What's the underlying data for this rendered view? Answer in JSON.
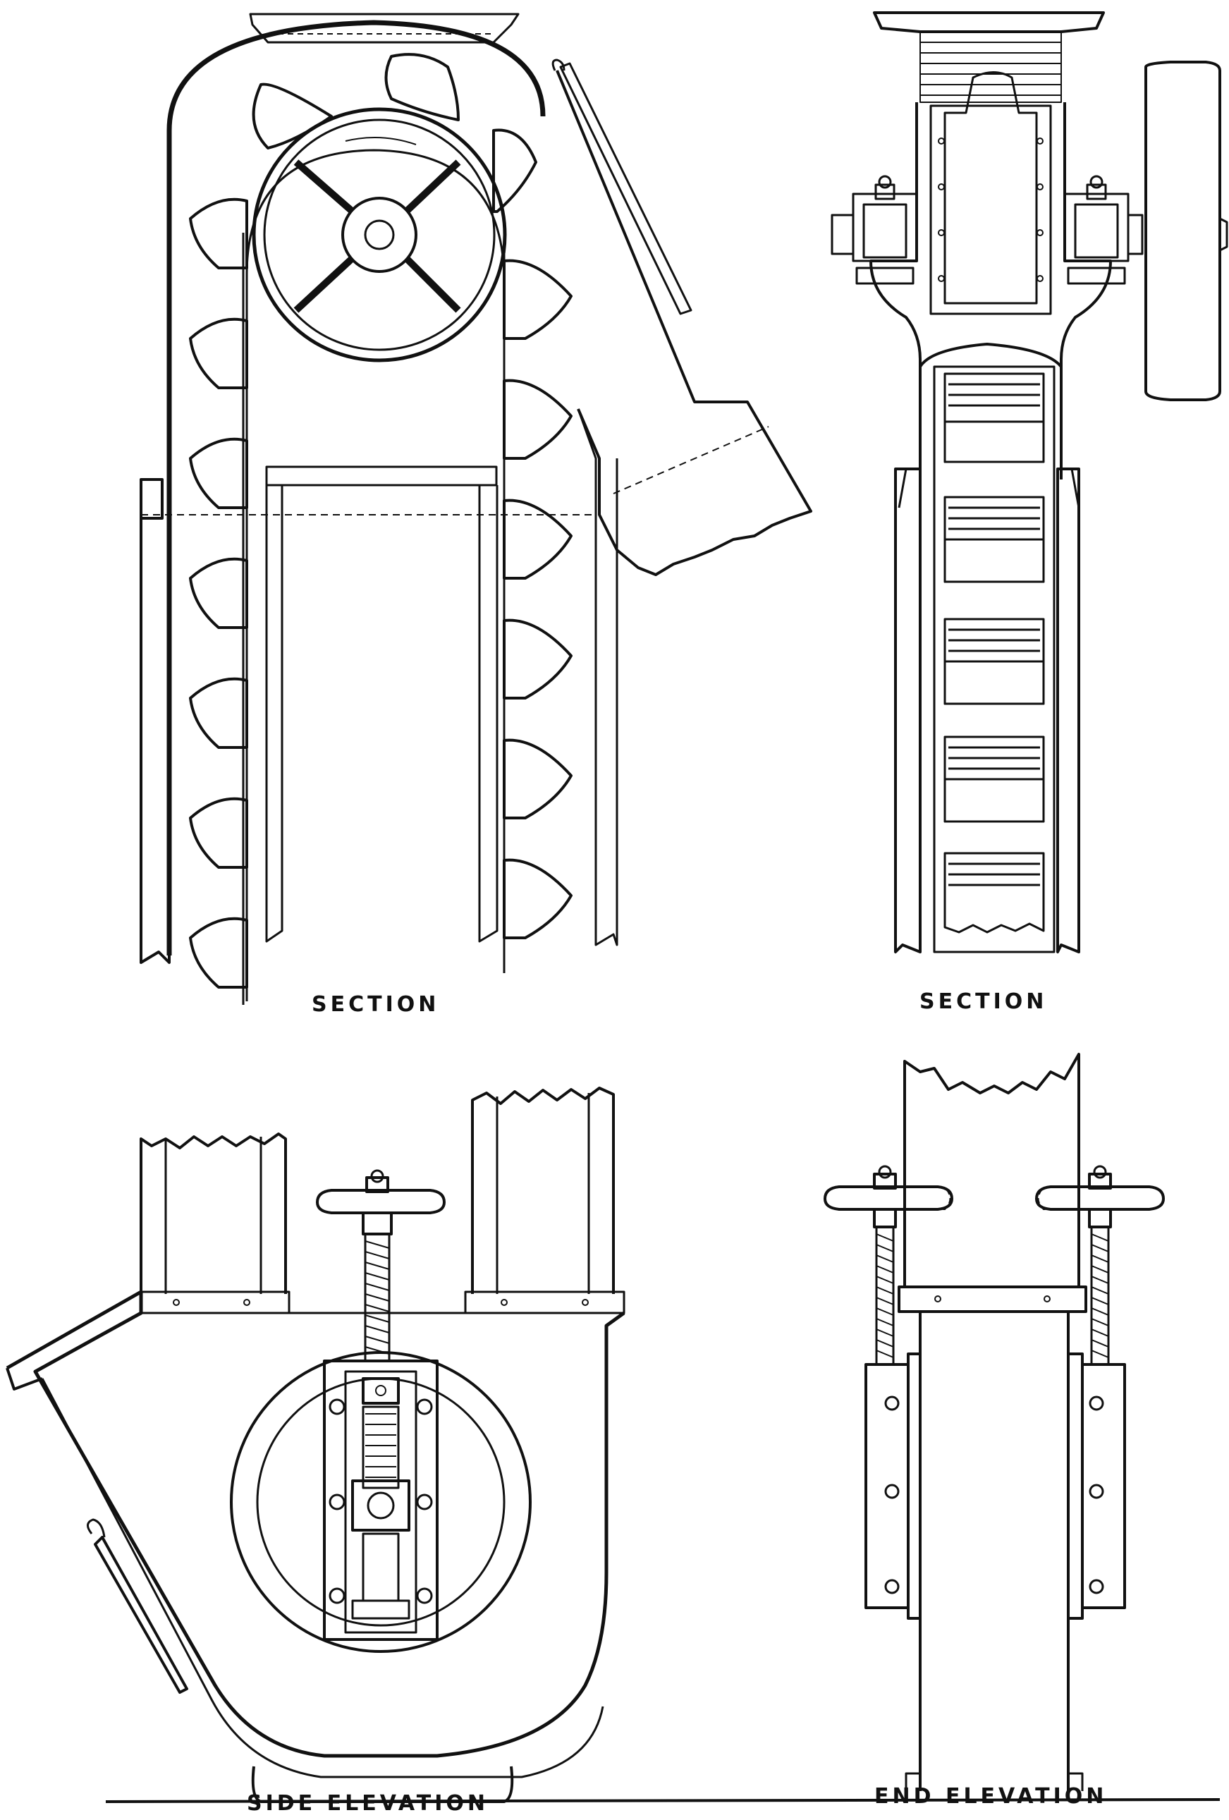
{
  "labels": {
    "top_left": "SECTION",
    "top_right": "SECTION",
    "bottom_left": "SIDE ELEVATION",
    "bottom_right": "END ELEVATION"
  },
  "colors": {
    "ink": "#111111",
    "paper": "#ffffff"
  }
}
